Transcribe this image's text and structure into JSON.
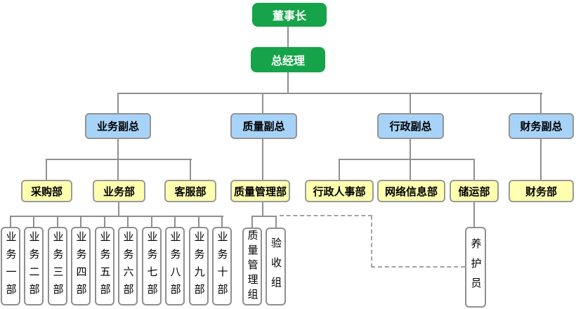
{
  "org": {
    "chairman": "董事长",
    "general_manager": "总经理",
    "vps": [
      "业务副总",
      "质量副总",
      "行政副总",
      "财务副总"
    ],
    "departments": [
      "采购部",
      "业务部",
      "客服部",
      "质量管理部",
      "行政人事部",
      "网络信息部",
      "储运部",
      "财务部"
    ],
    "business_units": [
      "业务一部",
      "业务二部",
      "业务三部",
      "业务四部",
      "业务五部",
      "业务六部",
      "业务七部",
      "业务八部",
      "业务九部",
      "业务十部"
    ],
    "quality_groups": [
      "质量管理组",
      "验收组"
    ],
    "storage_staff": "养护员"
  },
  "colors": {
    "executive_green": "#16a34a",
    "vp_blue": "#a8d3f8",
    "dept_yellow": "#ffffb0",
    "unit_white": "#ffffff",
    "line_gray": "#8f8f8f",
    "dashed_gray": "#a3a3a3"
  }
}
